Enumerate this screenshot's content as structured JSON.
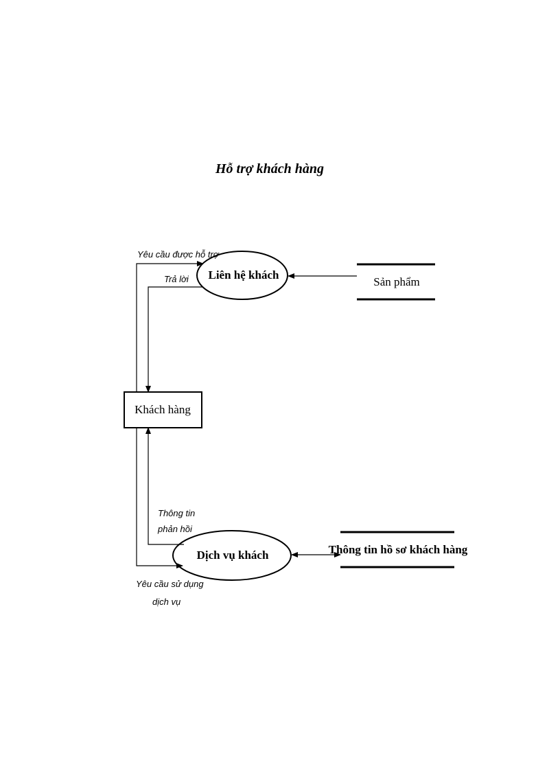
{
  "title": "Hỗ trợ khách hàng",
  "nodes": {
    "lien_he_khach": "Liên hệ khách",
    "san_pham": "Sản phẩm",
    "khach_hang": "Khách hàng",
    "dich_vu_khach": "Dịch vụ khách",
    "thong_tin_ho_so": "Thông tin hồ sơ khách hàng"
  },
  "flows": {
    "yeu_cau_ho_tro": "Yêu cầu được hỗ trợ",
    "tra_loi": "Trả lời",
    "thong_tin_phan_hoi_1": "Thông tin",
    "thong_tin_phan_hoi_2": "phản hồi",
    "yeu_cau_su_dung_1": "Yêu cầu sử dụng",
    "yeu_cau_su_dung_2": "dịch vụ"
  }
}
